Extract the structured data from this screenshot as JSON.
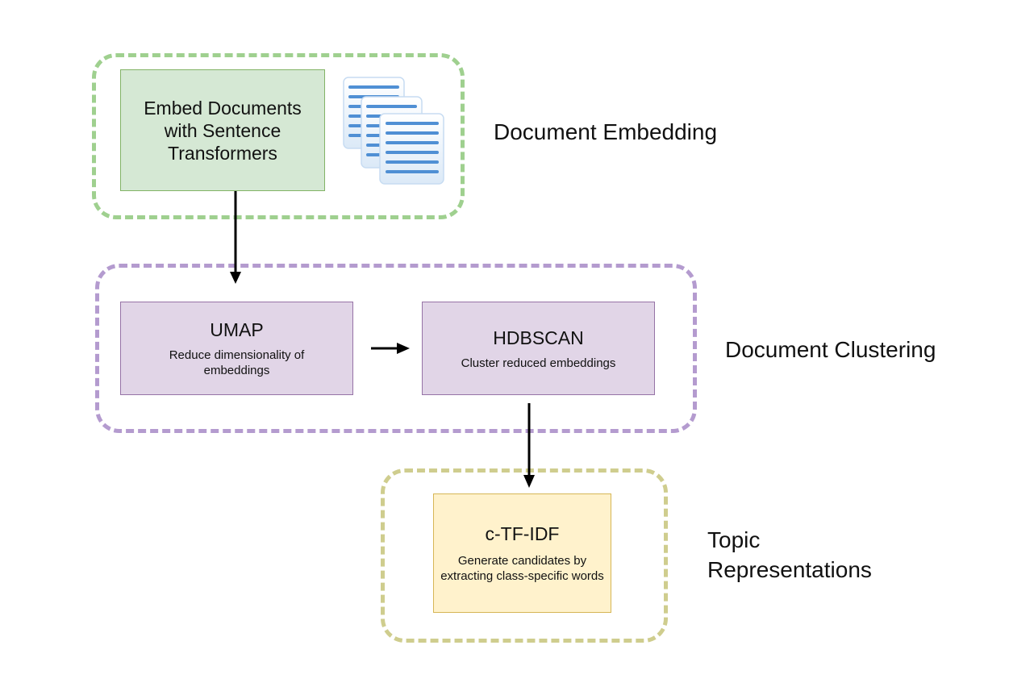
{
  "stages": {
    "embedding": {
      "label": "Document Embedding",
      "box_title": "Embed Documents with Sentence Transformers",
      "icon": "documents-stack-icon"
    },
    "clustering": {
      "label": "Document Clustering",
      "umap": {
        "title": "UMAP",
        "description": "Reduce dimensionality of embeddings"
      },
      "hdbscan": {
        "title": "HDBSCAN",
        "description": "Cluster reduced embeddings"
      }
    },
    "topic": {
      "label": "Topic Representations",
      "ctfidf": {
        "title": "c-TF-IDF",
        "description": "Generate candidates by extracting class-specific words"
      }
    }
  },
  "colors": {
    "embedding_border": "#9fd08f",
    "embedding_fill": "#d5e8d4",
    "clustering_border": "#b49bcf",
    "clustering_fill": "#e1d5e7",
    "topic_border": "#cfcd8e",
    "topic_fill": "#fff2cc",
    "document_icon": "#4f8fd4"
  }
}
